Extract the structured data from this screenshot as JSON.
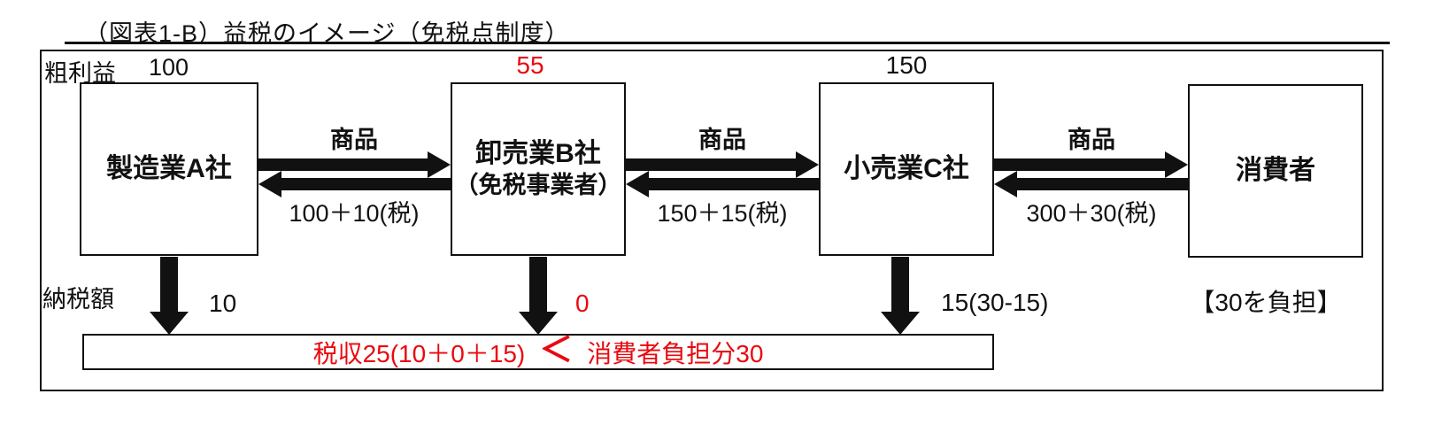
{
  "title": "（図表1-B）益税のイメージ（免税点制度）",
  "row_labels": {
    "gross_profit": "粗利益",
    "tax_due": "納税額"
  },
  "nodes": [
    {
      "label": "製造業A社",
      "gross_profit": "100",
      "tax_due": "10"
    },
    {
      "label": "卸売業B社",
      "label2": "（免税事業者）",
      "gross_profit": "55",
      "tax_due": "0"
    },
    {
      "label": "小売業C社",
      "gross_profit": "150",
      "tax_due": "15(30-15)"
    },
    {
      "label": "消費者",
      "burden": "【30を負担】"
    }
  ],
  "flows": [
    {
      "goods": "商品",
      "payment": "100＋10(税)"
    },
    {
      "goods": "商品",
      "payment": "150＋15(税)"
    },
    {
      "goods": "商品",
      "payment": "300＋30(税)"
    }
  ],
  "summary": {
    "tax_revenue": "税収25(10＋0＋15)",
    "comparator": "＜",
    "consumer_burden": "消費者負担分30"
  },
  "colors": {
    "red": "#e9090f",
    "black": "#111111"
  }
}
